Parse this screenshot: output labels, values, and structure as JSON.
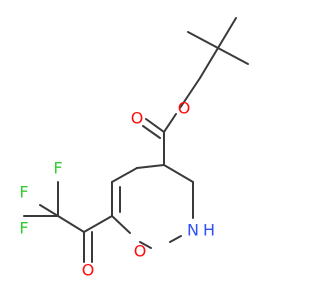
{
  "molecule": {
    "atoms": {
      "o_carbonyl_ester": {
        "label": "O",
        "color": "#ff0d0d"
      },
      "o_ether_ester": {
        "label": "O",
        "color": "#ff0d0d"
      },
      "n_ring": {
        "label": "N",
        "color": "#3050f8"
      },
      "h_ring": {
        "label": "H",
        "color": "#3050f8"
      },
      "o_ring": {
        "label": "O",
        "color": "#ff0d0d"
      },
      "o_ketone": {
        "label": "O",
        "color": "#ff0d0d"
      },
      "f_top": {
        "label": "F",
        "color": "#33cc33"
      },
      "f_left": {
        "label": "F",
        "color": "#33cc33"
      },
      "f_bottom": {
        "label": "F",
        "color": "#33cc33"
      }
    },
    "bond_color": "#3a3a3a"
  }
}
